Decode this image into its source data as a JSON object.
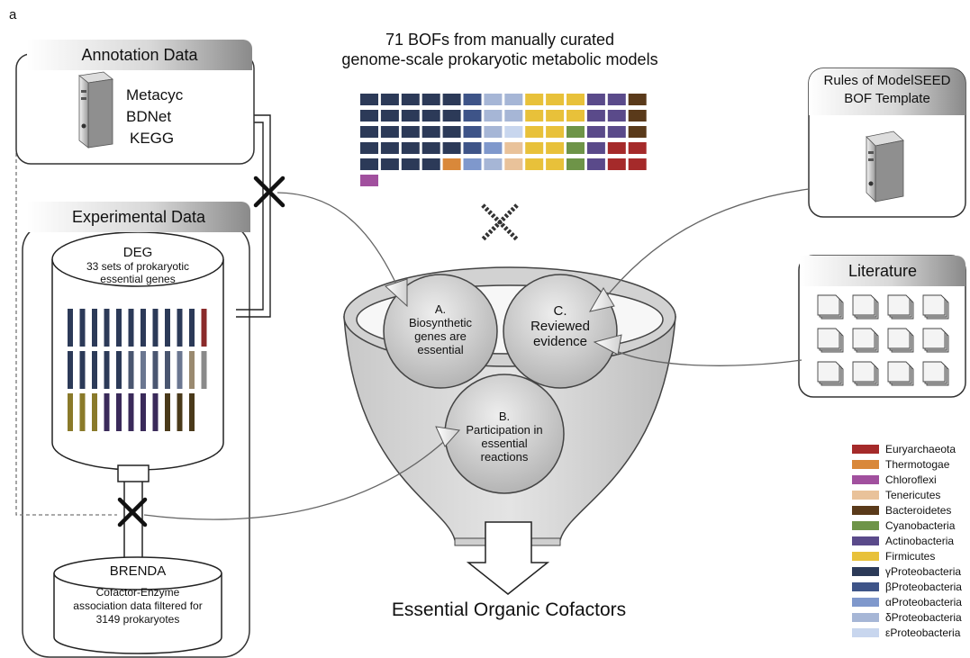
{
  "panel_label": "a",
  "title": {
    "line1": "71 BOFs from manually curated",
    "line2": "genome-scale prokaryotic metabolic models"
  },
  "annotation": {
    "header": "Annotation Data",
    "sources": [
      "Metacyc",
      "BDNet",
      "KEGG"
    ]
  },
  "experimental": {
    "header": "Experimental Data",
    "deg_name": "DEG",
    "deg_desc": [
      "33 sets of prokaryotic",
      "essential genes"
    ],
    "brenda_name": "BRENDA",
    "brenda_desc": [
      "Cofactor-Enzyme",
      "association data filtered for",
      "3149 prokaryotes"
    ]
  },
  "modelseed": {
    "header_line1": "Rules of ModelSEED",
    "header_line2": "BOF Template"
  },
  "literature": {
    "header": "Literature"
  },
  "criteria": {
    "a": [
      "A.",
      "Biosynthetic",
      "genes are",
      "essential"
    ],
    "b": [
      "B.",
      "Participation in",
      "essential",
      "reactions"
    ],
    "c": [
      "C.",
      "Reviewed",
      "evidence"
    ]
  },
  "output_label": "Essential Organic Cofactors",
  "legend": [
    {
      "name": "Euryarchaeota",
      "color": "#a52a2a"
    },
    {
      "name": "Thermotogae",
      "color": "#d9883a"
    },
    {
      "name": "Chloroflexi",
      "color": "#a1509e"
    },
    {
      "name": "Tenericutes",
      "color": "#e9c29a"
    },
    {
      "name": "Bacteroidetes",
      "color": "#5a3a1a"
    },
    {
      "name": "Cyanobacteria",
      "color": "#6e9448"
    },
    {
      "name": "Actinobacteria",
      "color": "#5a4a8a"
    },
    {
      "name": "Firmicutes",
      "color": "#e8c13a"
    },
    {
      "name": "γProteobacteria",
      "color": "#2c3a58"
    },
    {
      "name": "βProteobacteria",
      "color": "#3e5488"
    },
    {
      "name": "αProteobacteria",
      "color": "#7f98cc"
    },
    {
      "name": "δProteobacteria",
      "color": "#a6b6d6"
    },
    {
      "name": "εProteobacteria",
      "color": "#c8d6ee"
    }
  ],
  "bof_grid": [
    [
      "γProteobacteria",
      "γProteobacteria",
      "γProteobacteria",
      "γProteobacteria",
      "γProteobacteria",
      "βProteobacteria",
      "δProteobacteria",
      "δProteobacteria",
      "Firmicutes",
      "Firmicutes",
      "Firmicutes",
      "Actinobacteria",
      "Actinobacteria",
      "Bacteroidetes"
    ],
    [
      "γProteobacteria",
      "γProteobacteria",
      "γProteobacteria",
      "γProteobacteria",
      "γProteobacteria",
      "βProteobacteria",
      "δProteobacteria",
      "δProteobacteria",
      "Firmicutes",
      "Firmicutes",
      "Firmicutes",
      "Actinobacteria",
      "Actinobacteria",
      "Bacteroidetes"
    ],
    [
      "γProteobacteria",
      "γProteobacteria",
      "γProteobacteria",
      "γProteobacteria",
      "γProteobacteria",
      "βProteobacteria",
      "δProteobacteria",
      "εProteobacteria",
      "Firmicutes",
      "Firmicutes",
      "Cyanobacteria",
      "Actinobacteria",
      "Actinobacteria",
      "Bacteroidetes"
    ],
    [
      "γProteobacteria",
      "γProteobacteria",
      "γProteobacteria",
      "γProteobacteria",
      "γProteobacteria",
      "βProteobacteria",
      "αProteobacteria",
      "Tenericutes",
      "Firmicutes",
      "Firmicutes",
      "Cyanobacteria",
      "Actinobacteria",
      "Euryarchaeota",
      "Euryarchaeota"
    ],
    [
      "γProteobacteria",
      "γProteobacteria",
      "γProteobacteria",
      "γProteobacteria",
      "Thermotogae",
      "αProteobacteria",
      "δProteobacteria",
      "Tenericutes",
      "Firmicutes",
      "Firmicutes",
      "Cyanobacteria",
      "Actinobacteria",
      "Euryarchaeota",
      "Euryarchaeota"
    ],
    [
      "Chloroflexi"
    ]
  ],
  "deg_bar_rows": [
    [
      "#2c3a58",
      "#2c3a58",
      "#2c3a58",
      "#2c3a58",
      "#2c3a58",
      "#2c3a58",
      "#2c3a58",
      "#2c3a58",
      "#2c3a58",
      "#2c3a58",
      "#2c3a58",
      "#8a2a2a"
    ],
    [
      "#2c3a58",
      "#2c3a58",
      "#2c3a58",
      "#2c3a58",
      "#2c3a58",
      "#4a5670",
      "#6a7690",
      "#4a5670",
      "#4a5670",
      "#6a7690",
      "#9a8a70",
      "#8a8a8a"
    ],
    [
      "#8a7a2a",
      "#8a7a2a",
      "#8a7a2a",
      "#3a2a5a",
      "#3a2a5a",
      "#3a2a5a",
      "#3a2a5a",
      "#3a2a5a",
      "#4a3a1a",
      "#4a3a1a",
      "#4a3a1a"
    ]
  ]
}
